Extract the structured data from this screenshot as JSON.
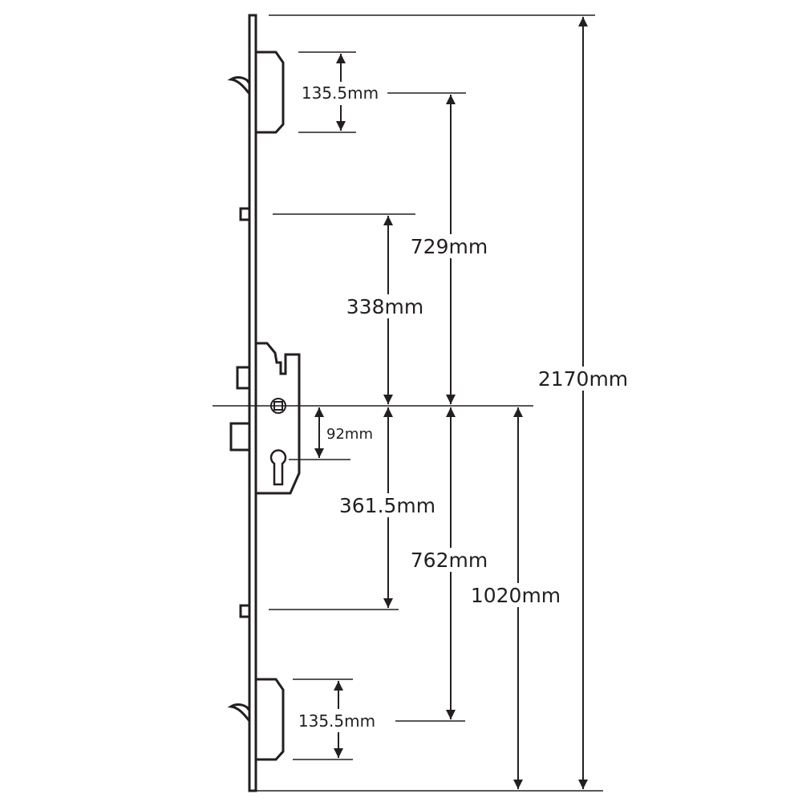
{
  "colors": {
    "line": "#231f20",
    "background": "#ffffff"
  },
  "dimensions": {
    "top_hook_gap": "135.5mm",
    "top_to_center": "729mm",
    "upper_roller_to_center": "338mm",
    "overall": "2170mm",
    "center_to_cylinder": "92mm",
    "center_to_lower_roller": "361.5mm",
    "center_to_lower_hook": "762mm",
    "center_to_bottom": "1020mm",
    "bottom_hook_gap": "135.5mm"
  }
}
